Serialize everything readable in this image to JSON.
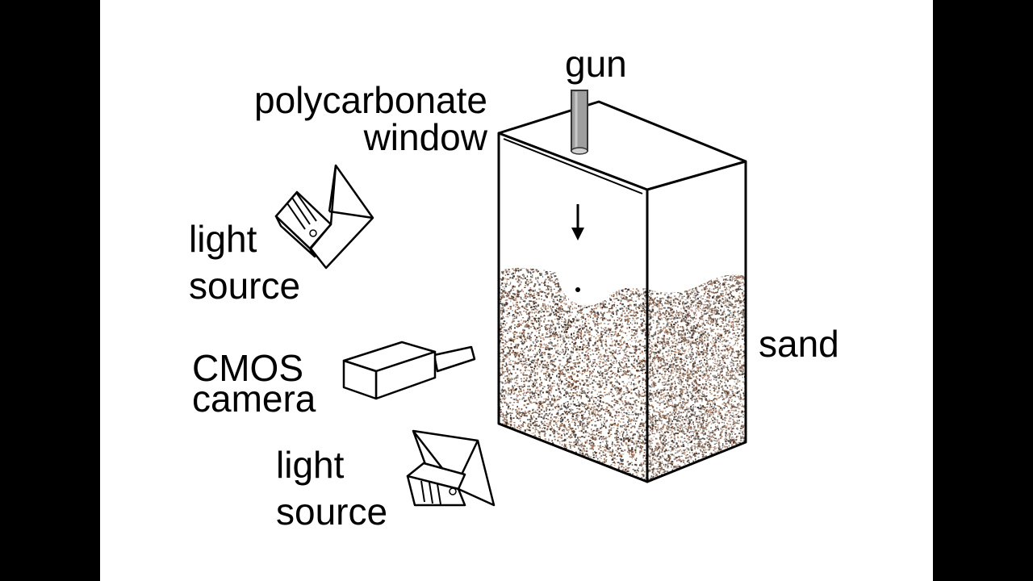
{
  "diagram": {
    "labels": {
      "gun": "gun",
      "window_line1": "polycarbonate",
      "window_line2": "window",
      "light_source_upper_line1": "light",
      "light_source_upper_line2": "source",
      "camera_line1": "CMOS",
      "camera_line2": "camera",
      "light_source_lower_line1": "light",
      "light_source_lower_line2": "source",
      "sand": "sand"
    },
    "colors": {
      "letterbox": "#000000",
      "canvas": "#ffffff",
      "outline": "#000000",
      "gun_barrel": "#9e9e9e",
      "sand_speckle": [
        "#5a3b2a",
        "#7a5a44",
        "#3b2c24",
        "#9a7860",
        "#444444",
        "#b07a5c"
      ]
    }
  }
}
